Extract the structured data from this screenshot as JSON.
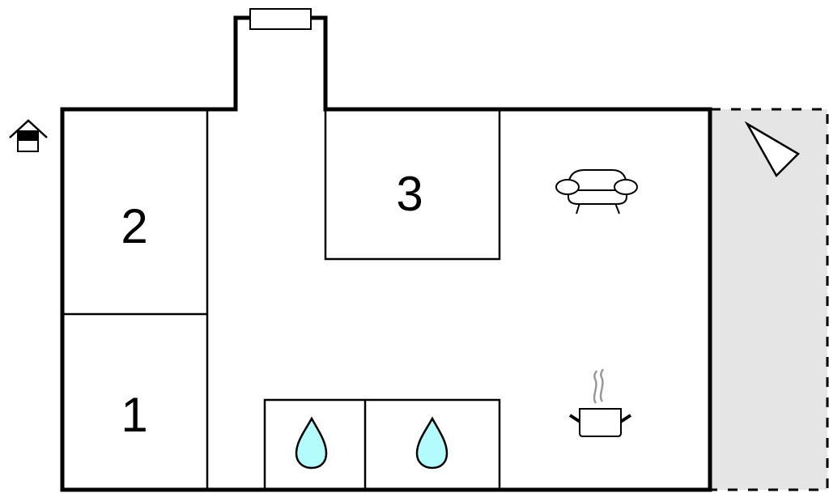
{
  "floorplan": {
    "colors": {
      "wall": "#000000",
      "terrace_fill": "#e5e5e5",
      "water_fill": "#b3fbfd",
      "steam": "#999999"
    },
    "rooms": [
      {
        "id": "room-1",
        "label": "1"
      },
      {
        "id": "room-2",
        "label": "2"
      },
      {
        "id": "room-3",
        "label": "3"
      }
    ],
    "icons": [
      {
        "name": "entrance-house-icon"
      },
      {
        "name": "window-icon"
      },
      {
        "name": "sofa-icon",
        "meaning": "living room"
      },
      {
        "name": "cooking-pot-icon",
        "meaning": "kitchen"
      },
      {
        "name": "water-drop-icon",
        "meaning": "bathroom"
      },
      {
        "name": "water-drop-icon",
        "meaning": "bathroom"
      },
      {
        "name": "terrace-triangle-icon",
        "meaning": "terrace"
      }
    ]
  }
}
